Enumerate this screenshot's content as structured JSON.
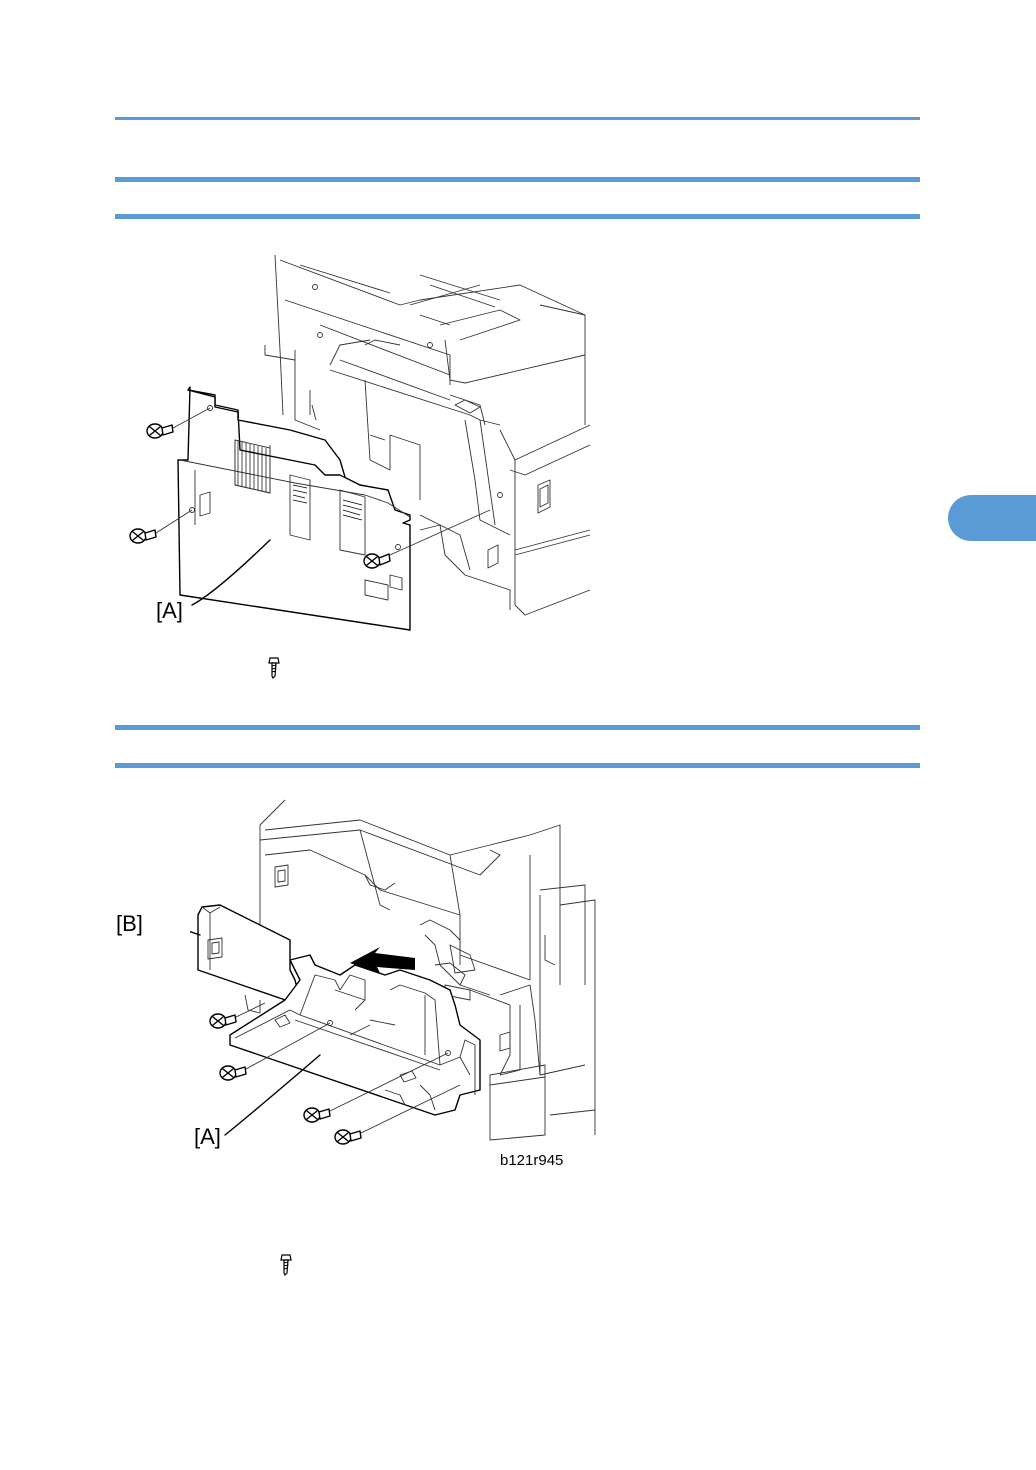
{
  "page": {
    "chapter_tab_color": "#5b9bd5",
    "rule_color": "#5b9bd5"
  },
  "figure1": {
    "callouts": {
      "a": "[A]"
    },
    "screw_icon": "screw-icon"
  },
  "figure2": {
    "callouts": {
      "a": "[A]",
      "b": "[B]"
    },
    "code": "b121r945",
    "screw_icon": "screw-icon"
  }
}
